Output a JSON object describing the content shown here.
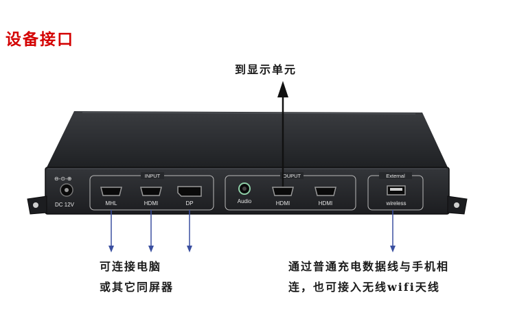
{
  "heading": "设备接口",
  "top_callout": "到显示单元",
  "left_callout": {
    "line1": "可连接电脑",
    "line2": "或其它同屏器"
  },
  "right_callout": {
    "line1": "通过普通充电数据线与手机相",
    "line2": "连，也可接入无线wifi天线"
  },
  "panel": {
    "power": {
      "label": "DC 12V"
    },
    "input_group": {
      "title": "INPUT",
      "ports": [
        "MHL",
        "HDMI",
        "DP"
      ]
    },
    "output_group": {
      "title": "OUPUT",
      "ports": [
        "Audio",
        "HDMI",
        "HDMI"
      ]
    },
    "external_group": {
      "title": "External",
      "port": "wireless"
    }
  },
  "colors": {
    "heading": "#d40000",
    "arrow_blue": "#3a4fa0",
    "arrow_dark": "#111111",
    "device": "#2b2d30"
  }
}
